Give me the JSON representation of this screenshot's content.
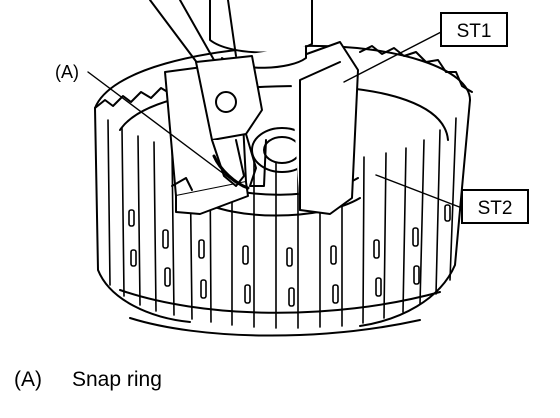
{
  "callouts": {
    "st1": "ST1",
    "st2": "ST2",
    "a": "(A)"
  },
  "legend": {
    "key": "(A)",
    "text": "Snap ring"
  },
  "colors": {
    "ink": "#000000",
    "paper": "#ffffff"
  }
}
